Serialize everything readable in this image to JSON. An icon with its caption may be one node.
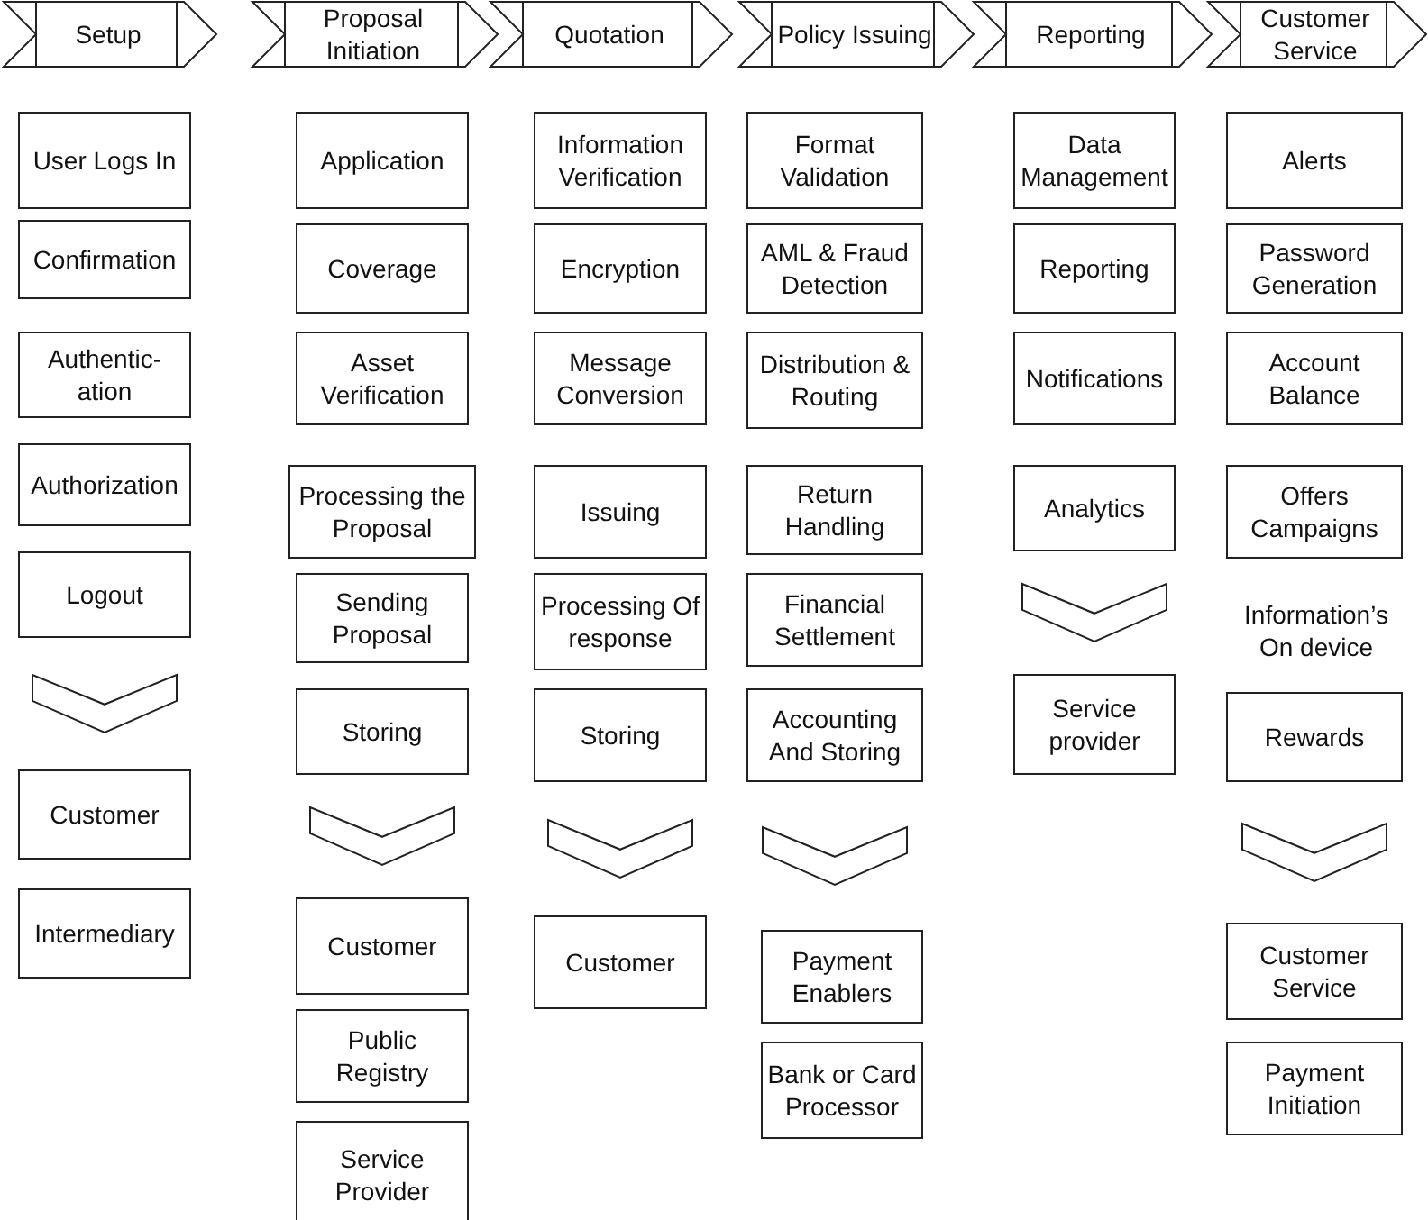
{
  "diagram": {
    "nodes": [
      {
        "text": [
          "Setup"
        ]
      },
      {
        "text": [
          "User Logs In"
        ]
      },
      {
        "text": [
          "Confirmation"
        ]
      },
      {
        "text": [
          "Authentic-ation"
        ]
      },
      {
        "text": [
          "Authorization"
        ]
      },
      {
        "text": [
          "Logout"
        ]
      },
      {
        "text": [
          "Customer"
        ]
      },
      {
        "text": [
          "Intermediary"
        ]
      },
      {
        "text": [
          "Proposal Initiation"
        ]
      },
      {
        "text": [
          "Application"
        ]
      },
      {
        "text": [
          "Coverage"
        ]
      },
      {
        "text": [
          "Asset Verification"
        ]
      },
      {
        "text": [
          "Processing the Proposal"
        ]
      },
      {
        "text": [
          "Sending Proposal"
        ]
      },
      {
        "text": [
          "Storing"
        ]
      },
      {
        "text": [
          "Customer"
        ]
      },
      {
        "text": [
          "Public Registry"
        ]
      },
      {
        "text": [
          "Service Provider"
        ]
      },
      {
        "text": [
          "Quotation"
        ]
      },
      {
        "text": [
          "Information Verification"
        ]
      },
      {
        "text": [
          "Encryption"
        ]
      },
      {
        "text": [
          "Message Conversion"
        ]
      },
      {
        "text": [
          "Issuing"
        ]
      },
      {
        "text": [
          "Processing Of response"
        ]
      },
      {
        "text": [
          "Storing"
        ]
      },
      {
        "text": [
          "Customer"
        ]
      },
      {
        "text": [
          "Policy Issuing"
        ]
      },
      {
        "text": [
          "Format Validation"
        ]
      },
      {
        "text": [
          "AML & Fraud Detection"
        ]
      },
      {
        "text": [
          "Distribution & Routing"
        ]
      },
      {
        "text": [
          "Return Handling"
        ]
      },
      {
        "text": [
          "Financial Settlement"
        ]
      },
      {
        "text": [
          "Accounting And Storing"
        ]
      },
      {
        "text": [
          "Payment Enablers"
        ]
      },
      {
        "text": [
          "Bank or Card Processor"
        ]
      },
      {
        "text": [
          "Reporting"
        ]
      },
      {
        "text": [
          "Data Management"
        ]
      },
      {
        "text": [
          "Reporting"
        ]
      },
      {
        "text": [
          "Notifications"
        ]
      },
      {
        "text": [
          "Analytics"
        ]
      },
      {
        "text": [
          "Service provider"
        ]
      },
      {
        "text": [
          "Customer Service"
        ]
      },
      {
        "text": [
          "Alerts"
        ]
      },
      {
        "text": [
          "Password Generation"
        ]
      },
      {
        "text": [
          "Account Balance"
        ]
      },
      {
        "text": [
          "Offers Campaigns"
        ]
      },
      {
        "text": [
          "Rewards"
        ]
      },
      {
        "text": [
          "Customer Service"
        ]
      },
      {
        "text": [
          "Payment Initiation"
        ]
      }
    ],
    "edges": [
      {
        "from": 5,
        "to": 6,
        "arrow": "to"
      },
      {
        "from": 14,
        "to": 15,
        "arrow": "to"
      },
      {
        "from": 24,
        "to": 25,
        "arrow": "to"
      },
      {
        "from": 32,
        "to": 33,
        "arrow": "to"
      },
      {
        "from": 39,
        "to": 40,
        "arrow": "to"
      },
      {
        "from": 46,
        "to": 47,
        "arrow": "to"
      }
    ],
    "labels": [
      "Information’s On device"
    ]
  }
}
